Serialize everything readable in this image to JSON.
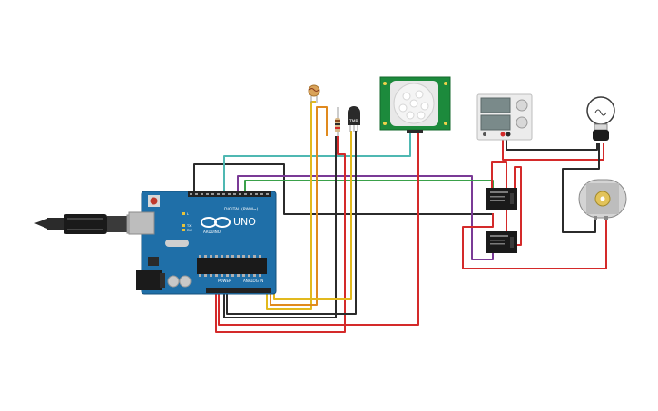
{
  "canvas": {
    "background": "#ffffff"
  },
  "board": {
    "name": "Arduino UNO",
    "model_label": "UNO",
    "brand_label": "ARDUINO",
    "digital_header_label": "DIGITAL (PWM~)",
    "power_label": "POWER",
    "analog_label": "ANALOG IN",
    "tx_label": "TX",
    "rx_label": "RX",
    "l_label": "L",
    "color": "#1f6fa8"
  },
  "pir": {
    "name": "PIR motion sensor",
    "color": "#1c8a3c"
  },
  "ldr": {
    "name": "Photoresistor"
  },
  "temp_sensor": {
    "name": "Temperature sensor",
    "label": "TMP"
  },
  "resistor": {
    "name": "Resistor"
  },
  "relays": [
    {
      "name": "Relay 1"
    },
    {
      "name": "Relay 2"
    }
  ],
  "power_supply": {
    "name": "Power supply"
  },
  "bulb": {
    "name": "Light bulb"
  },
  "motor": {
    "name": "DC motor"
  },
  "usb": {
    "name": "USB cable"
  },
  "wire_colors": {
    "red": "#d42a2a",
    "black": "#2b2b2b",
    "yellow": "#e2b91e",
    "orange": "#e08a1e",
    "green": "#3aa14a",
    "teal": "#4fb8b2",
    "purple": "#7a3a96"
  }
}
